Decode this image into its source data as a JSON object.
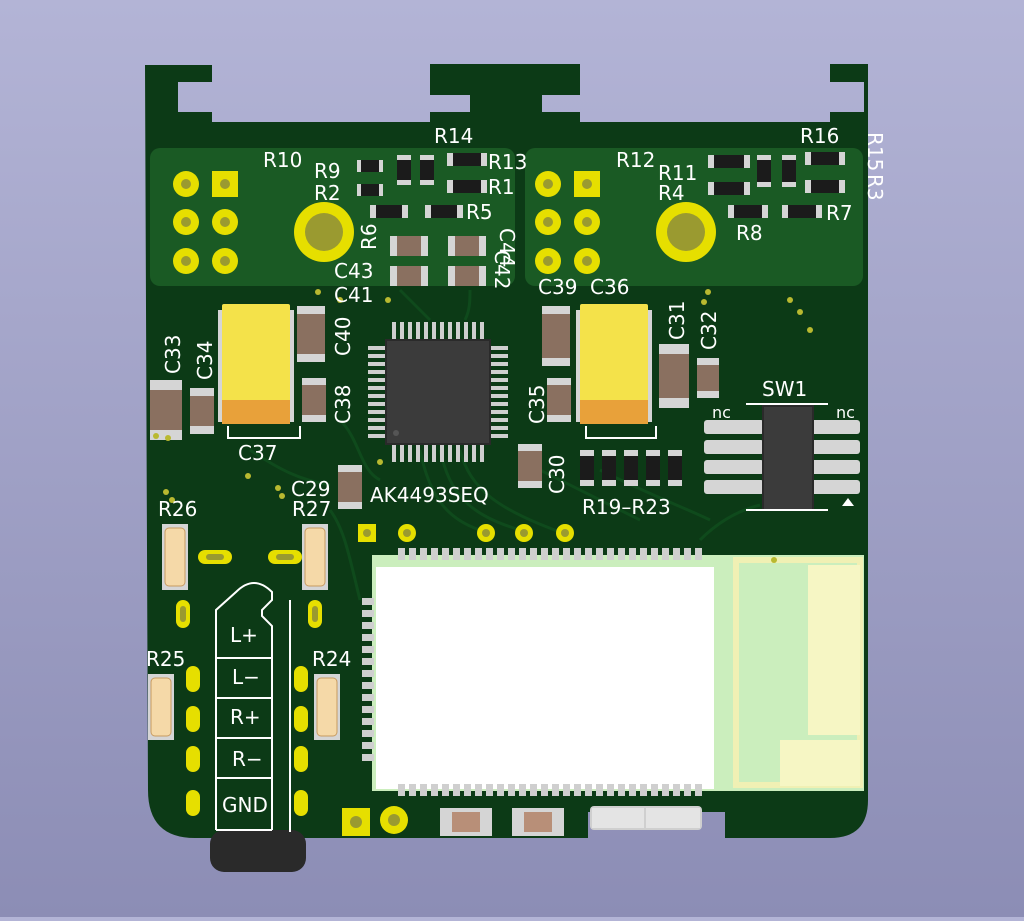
{
  "board": {
    "colors": {
      "soldermask": "#0c3a16",
      "soldermask_light": "#0f4a1c",
      "copper_pour": "#1a5a24",
      "silkscreen": "#ffffff",
      "pad_gold": "#e6df00",
      "pad_silver": "#d5d5d5",
      "tantalum_yellow": "#f4e24a",
      "tantalum_band": "#e8a13a",
      "ic_body": "#3b3b3b",
      "module_shield": "#ffffff",
      "antenna_bg": "#cbeebd",
      "antenna_trace": "#f6f6c4"
    },
    "refdes": {
      "R14": "R14",
      "R10": "R10",
      "R9": "R9",
      "R13": "R13",
      "R2": "R2",
      "R1": "R1",
      "R6": "R6",
      "R5": "R5",
      "C44": "C44",
      "C42": "C42",
      "C43": "C43",
      "C41": "C41",
      "R12": "R12",
      "R11": "R11",
      "R4": "R4",
      "R16": "R16",
      "R15": "R15",
      "R3": "R3",
      "R7": "R7",
      "R8": "R8",
      "C33": "C33",
      "C34": "C34",
      "C37": "C37",
      "C40": "C40",
      "C38": "C38",
      "C39": "C39",
      "C36": "C36",
      "C31": "C31",
      "C32": "C32",
      "C35": "C35",
      "C30": "C30",
      "C29": "C29",
      "SW1": "SW1",
      "R19_R23": "R19–R23",
      "R26": "R26",
      "R27": "R27",
      "R25": "R25",
      "R24": "R24",
      "ic_label": "AK4493SEQ",
      "nc_left": "nc",
      "nc_right": "nc"
    },
    "jack_labels": [
      "L+",
      "L−",
      "R+",
      "R−",
      "GND"
    ]
  }
}
